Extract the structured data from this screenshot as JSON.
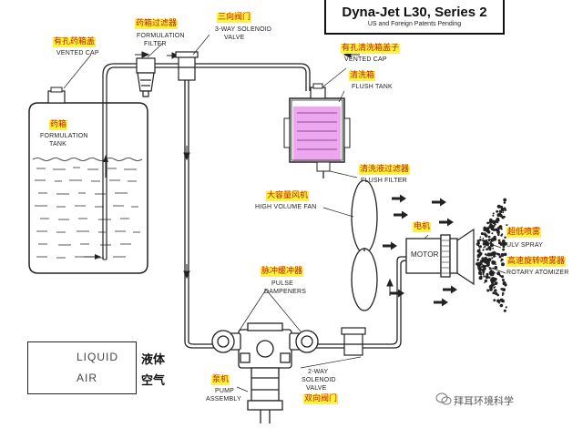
{
  "title": {
    "main": "Dyna-Jet L30, Series 2",
    "sub": "US and Foreign Patents Pending"
  },
  "components": {
    "vented_cap_left": {
      "cn": "有孔药箱盖",
      "en": "VENTED CAP"
    },
    "formulation_filter": {
      "cn": "药箱过滤器",
      "en1": "FORMULATION",
      "en2": "FILTER"
    },
    "three_way_valve": {
      "cn": "三向阀门",
      "en1": "3-WAY SOLENOID",
      "en2": "VALVE"
    },
    "vented_cap_right": {
      "cn": "有孔清洗箱盖子",
      "en": "VENTED CAP"
    },
    "flush_tank": {
      "cn": "清洗箱",
      "en": "FLUSH TANK"
    },
    "formulation_tank": {
      "cn": "药箱",
      "en1": "FORMULATION",
      "en2": "TANK"
    },
    "flush_filter": {
      "cn": "清洗液过滤器",
      "en": "FLUSH FILTER"
    },
    "high_volume_fan": {
      "cn": "大容量风机",
      "en": "HIGH VOLUME FAN"
    },
    "motor": {
      "cn": "电机",
      "en": "MOTOR"
    },
    "ulv_spray": {
      "cn": "超低喷雾",
      "en": "ULV SPRAY"
    },
    "rotary_atomizer": {
      "cn": "高速旋转喷雾器",
      "en": "ROTARY ATOMIZER"
    },
    "pulse_dampeners": {
      "cn": "脉冲缓冲器",
      "en1": "PULSE",
      "en2": "DAMPENERS"
    },
    "two_way_valve": {
      "cn": "双向阀门",
      "en1": "2-WAY",
      "en2": "SOLENOID",
      "en3": "VALVE"
    },
    "pump_assembly": {
      "cn": "泵机",
      "en1": "PUMP",
      "en2": "ASSEMBLY"
    }
  },
  "legend": {
    "liquid": {
      "en": "LIQUID",
      "cn": "液体"
    },
    "air": {
      "en": "AIR",
      "cn": "空气"
    }
  },
  "watermark": "拜耳环境科学",
  "colors": {
    "line": "#222222",
    "highlight": "#fff23a",
    "cn_text": "#c21a1a",
    "fluid": "#e58ae8"
  }
}
